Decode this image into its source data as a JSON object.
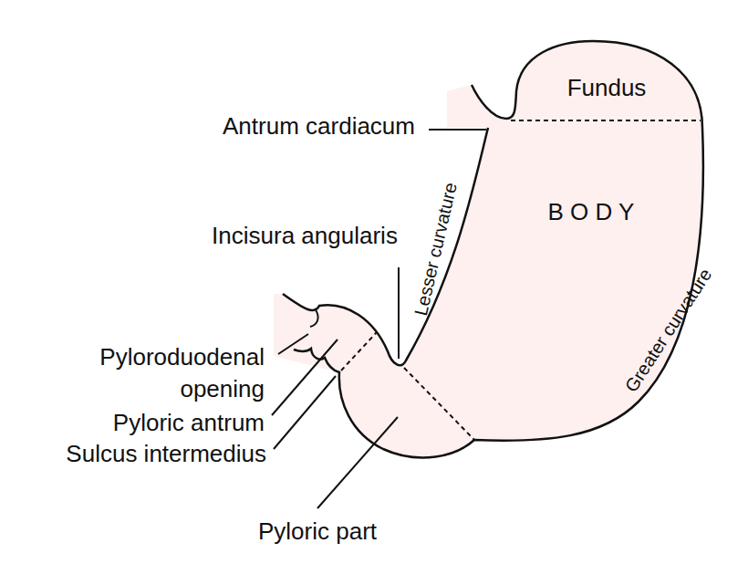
{
  "diagram": {
    "labels": [
      "Fundus",
      "Antrum cardiacum",
      "B O D Y",
      "Lesser curvature",
      "Incisura angularis",
      "Greater curvature",
      "Pyloroduodenal opening",
      "Pyloric antrum",
      "Sulcus intermedius",
      "Pyloric part"
    ]
  }
}
